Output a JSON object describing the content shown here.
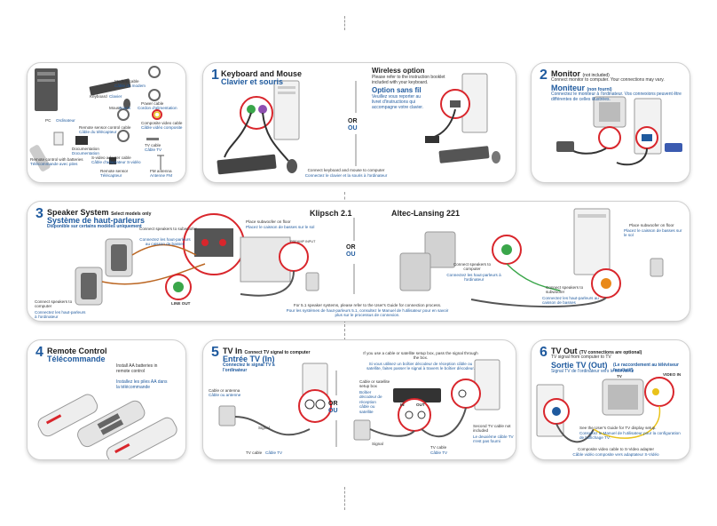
{
  "colors": {
    "accent_blue": "#1f5a9e",
    "alert_red": "#d9262c",
    "cable_green": "#3aa64a",
    "cable_purple": "#8e4fb0",
    "cable_orange": "#e98a1a"
  },
  "panel_contents": {
    "pc_label": "PC",
    "pc_label_fr": "Ordinateur",
    "keyboard": "Keyboard",
    "keyboard_fr": "Clavier",
    "mouse": "Mouse",
    "mouse_fr": "Souris",
    "modem_cable": "Modem cable",
    "modem_cable_fr": "Câble du modem",
    "power_cable": "Power cable",
    "power_cable_fr": "Cordon d'alimentation",
    "remote_sensor_cable": "Remote sensor control cable",
    "remote_sensor_cable_fr": "Câble du télécapteur",
    "composite_video_cable": "Composite video cable",
    "composite_video_cable_fr": "Câble vidéo composite",
    "remote_control_batteries": "Remote control with batteries",
    "remote_control_batteries_fr": "Télécommande avec piles",
    "documentation": "Documentation",
    "documentation_fr": "Documentation",
    "svideo_adapter": "S-video adapter cable",
    "svideo_adapter_fr": "Câble d'adaptateur S-vidéo",
    "tv_cable": "TV cable",
    "tv_cable_fr": "Câble TV",
    "remote_sensor": "Remote sensor",
    "remote_sensor_fr": "Télécapteur",
    "fm_antenna": "FM antenna",
    "fm_antenna_fr": "Antenne FM"
  },
  "step1": {
    "number": "1",
    "title": "Keyboard and Mouse",
    "title_fr": "Clavier et souris",
    "or": "OR",
    "or_fr": "OU",
    "wireless_title": "Wireless option",
    "wireless_text": "Please refer to the instruction booklet included with your keyboard.",
    "wireless_title_fr": "Option sans fil",
    "wireless_text_fr": "Veuillez vous reporter au livret d'instructions qui accompagne votre clavier.",
    "caption": "Connect keyboard and mouse to computer",
    "caption_fr": "Connectez le clavier et la souris à l'ordinateur"
  },
  "step2": {
    "number": "2",
    "title": "Monitor",
    "title_note": "(not included)",
    "text": "Connect monitor to computer. Your connections may vary.",
    "title_fr": "Moniteur",
    "title_note_fr": "(non fourni)",
    "text_fr": "Connectez le moniteur à l'ordinateur. Vos connexions peuvent être différentes de celles illustrées."
  },
  "step3": {
    "number": "3",
    "title": "Speaker System",
    "title_note": "Select models only",
    "title_fr": "Système de haut-parleurs",
    "title_note_fr": "Disponible sur certains modèles uniquement",
    "brand1": "Klipsch 2.1",
    "brand2": "Altec-Lansing 221",
    "or": "OR",
    "or_fr": "OU",
    "sub_left": "Connect speakers to subwoofer",
    "sub_left_fr": "Connectez les haut-parleurs au caisson de basses",
    "place_sub": "Place subwoofer on floor",
    "place_sub_fr": "Placez le caisson de basses sur le sol",
    "to_computer": "Connect speakers to computer",
    "to_computer_fr": "Connectez les haut-parleurs à l'ordinateur",
    "line_out": "LINE OUT",
    "preamp": "PREAMP INPUT",
    "right_to_computer": "Connect speakers to computer",
    "right_to_computer_fr": "Connectez les haut-parleurs à l'ordinateur",
    "right_place": "Place subwoofer on floor",
    "right_place_fr": "Placez le caisson de basses sur le sol",
    "right_sub": "Connect speakers to subwoofer",
    "right_sub_fr": "Connectez les haut-parleurs au caisson de basses",
    "note": "For 5.1 speaker systems, please refer to the User's Guide for connection process.",
    "note_fr": "Pour les systèmes de haut-parleurs 5.1, consultez le Manuel de l'utilisateur pour en savoir plus sur le processus de connexion."
  },
  "step4": {
    "number": "4",
    "title": "Remote Control",
    "title_fr": "Télécommande",
    "text": "Install AA batteries in remote control",
    "text_fr": "Installez les piles AA dans la télécommande"
  },
  "step5": {
    "number": "5",
    "title": "TV In",
    "title_note": "Connect TV signal to computer",
    "title_fr": "Entrée TV (In)",
    "title_note_fr": "Connectez le signal TV à l'ordinateur",
    "cable_antenna": "Cable or antenna",
    "cable_antenna_fr": "Câble ou antenne",
    "signal": "Signal",
    "tv_cable": "TV cable",
    "tv_cable_fr": "Câble TV",
    "or": "OR",
    "or_fr": "OU",
    "setup_box": "Cable or satellite setup box",
    "setup_box_fr": "Boîtier décodeur de réception câble ou satellite",
    "in": "IN",
    "out": "OUT",
    "if_box": "If you use a cable or satellite setup box, pass the signal through the box.",
    "if_box_fr": "Si vous utilisez un boîtier décodeur de réception câble ou satellite, faites passer le signal à travers le boîtier décodeur.",
    "second_cable": "Second TV cable not included",
    "second_cable_fr": "Le deuxième câble TV n'est pas fourni",
    "signal2": "Signal",
    "tv_cable2": "TV cable",
    "tv_cable2_fr": "Câble TV"
  },
  "step6": {
    "number": "6",
    "title": "TV Out",
    "title_note": "(TV connections are optional)",
    "subtitle": "TV signal from computer to TV",
    "title_fr": "Sortie TV (Out)",
    "title_note_fr": "(Le raccordement au téléviseur facultatif)",
    "subtitle_fr": "Signal TV de l'ordinateur vers le téléviseur",
    "tv": "TV",
    "video_in": "VIDEO IN",
    "guide": "See the User's Guide for TV display setup.",
    "guide_fr": "Consultez le Manuel de l'utilisateur pour la configuration de l'affichage TV.",
    "caption": "Composite video cable to S-Video adapter",
    "caption_fr": "Câble vidéo composite vers adaptateur S-Vidéo"
  }
}
